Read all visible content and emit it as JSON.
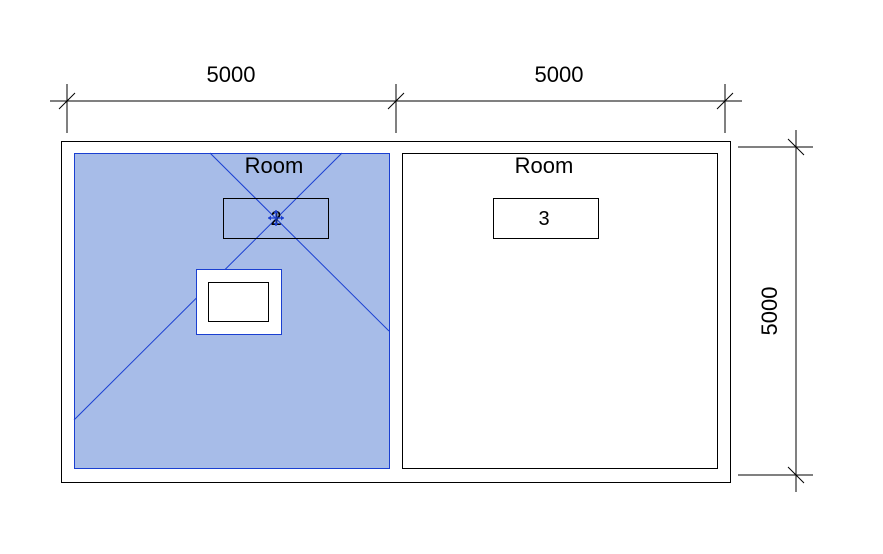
{
  "dimensions": {
    "top_left": "5000",
    "top_right": "5000",
    "right_vertical": "5000"
  },
  "rooms": [
    {
      "name": "Room",
      "number": "2",
      "overlapping_number": "1",
      "selected": true
    },
    {
      "name": "Room",
      "number": "3",
      "selected": false
    }
  ],
  "colors": {
    "selection_fill": "#a7bce8",
    "selection_stroke": "#1a3fd1",
    "line": "#000000",
    "background": "#ffffff"
  },
  "icons": {
    "move_grip": "move-arrows-icon",
    "dimension_tick": "diagonal-tick"
  }
}
